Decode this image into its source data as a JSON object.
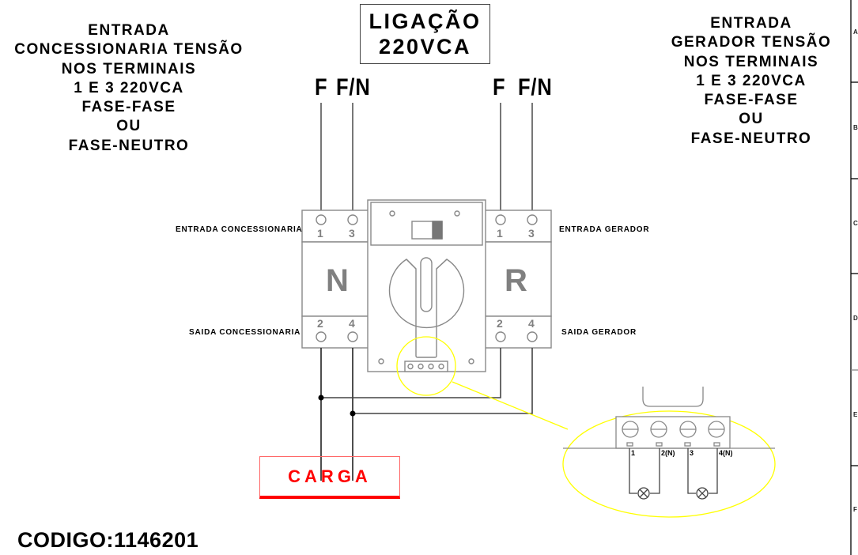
{
  "title": {
    "line1": "LIGAÇÃO",
    "line2": "220VCA"
  },
  "left_note": {
    "lines": [
      "ENTRADA",
      "CONCESSIONARIA TENSÃO",
      "NOS TERMINAIS",
      "1 E 3 220VCA",
      "FASE-FASE",
      "OU",
      "FASE-NEUTRO"
    ]
  },
  "right_note": {
    "lines": [
      "ENTRADA",
      "GERADOR TENSÃO",
      "NOS TERMINAIS",
      "1 E 3 220VCA",
      "FASE-FASE",
      "OU",
      "FASE-NEUTRO"
    ]
  },
  "wire_labels": {
    "left": {
      "phase": "F",
      "phase_neutral": "F/N"
    },
    "right": {
      "phase": "F",
      "phase_neutral": "F/N"
    }
  },
  "breaker_left": {
    "letter": "N",
    "top_terminals": [
      "1",
      "3"
    ],
    "bottom_terminals": [
      "2",
      "4"
    ],
    "input_label": "ENTRADA CONCESSIONARIA",
    "output_label": "SAIDA CONCESSIONARIA"
  },
  "breaker_right": {
    "letter": "R",
    "top_terminals": [
      "1",
      "3"
    ],
    "bottom_terminals": [
      "2",
      "4"
    ],
    "input_label": "ENTRADA GERADOR",
    "output_label": "SAIDA GERADOR"
  },
  "detail": {
    "terminal_labels": [
      "1",
      "2(N)",
      "3",
      "4(N)"
    ],
    "highlight_color": "#ffff00"
  },
  "load": {
    "label": "CARGA",
    "color": "#ff0000"
  },
  "code": "CODIGO:1146201",
  "border_grid": {
    "rows": [
      "A",
      "B",
      "C",
      "D",
      "E",
      "F"
    ]
  }
}
